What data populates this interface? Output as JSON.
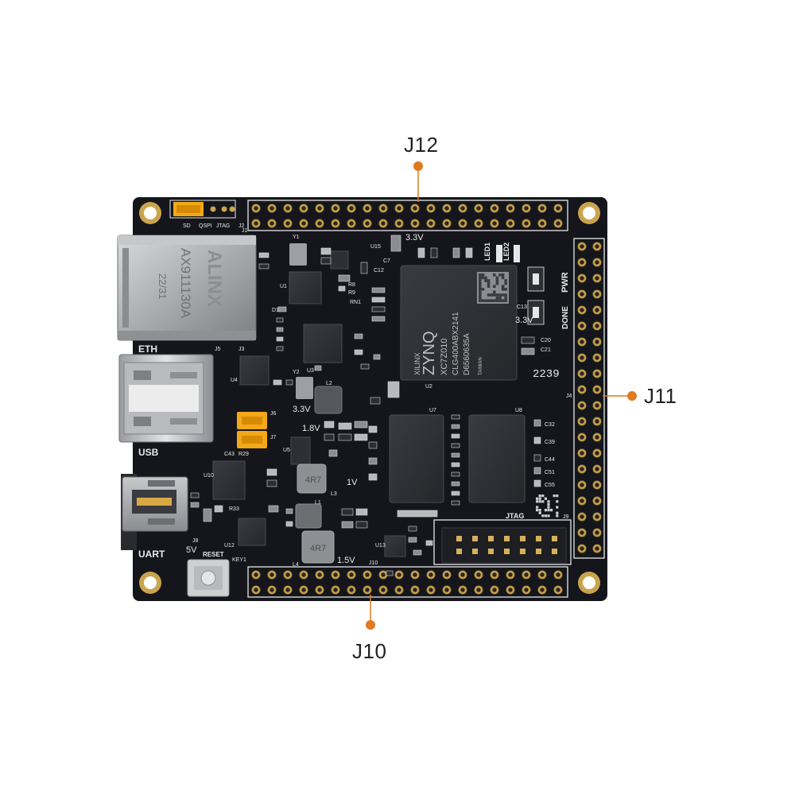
{
  "board": {
    "brand": "ALINX",
    "ethernet_module_text": "AX911130A",
    "ethernet_module_date": "22/31",
    "fpga_brand": "XILINX",
    "fpga_family": "ZYNQ",
    "fpga_part": "XC7Z010",
    "fpga_code_1": "CLG400ABX2141",
    "fpga_code_2": "D6560635A",
    "fpga_origin": "TAIWAN",
    "date_code": "2239",
    "inductor_text": "4R7",
    "colors": {
      "pcb": "#15161b",
      "silkscreen": "#e8e8e8",
      "pad_gold": "#c9a44e",
      "accent": "#e07a1f"
    }
  },
  "connectors": {
    "j12": "J12",
    "j11": "J11",
    "j10": "J10",
    "j1": "J1",
    "j2": "J2",
    "j3": "J3",
    "j4": "J4",
    "j5": "J5",
    "j6": "J6",
    "j7": "J7",
    "j8": "J8",
    "j9": "J9"
  },
  "silkscreen": {
    "eth": "ETH",
    "usb": "USB",
    "uart": "UART",
    "jtag": "JTAG",
    "reset": "RESET",
    "key1": "KEY1",
    "v5": "5V",
    "v33_top": "3.3V",
    "v33_right": "3.3V",
    "v33_mid": "3.3V",
    "v18": "1.8V",
    "v1": "1V",
    "v15": "1.5V",
    "led1": "LED1",
    "led2": "LED2",
    "pwr": "PWR",
    "done": "DONE",
    "boot_sd": "SD",
    "boot_qspi": "QSPI",
    "boot_jtag": "JTAG",
    "u1": "U1",
    "u2": "U2",
    "u3": "U3",
    "u4": "U4",
    "u5": "U5",
    "u7": "U7",
    "u8": "U8",
    "u10": "U10",
    "u12": "U12",
    "u13": "U13",
    "u15": "U15",
    "y1": "Y1",
    "y2": "Y2",
    "l1": "L1",
    "l2": "L2",
    "l3": "L3",
    "l4": "L4",
    "c20": "C20",
    "c21": "C21",
    "c32": "C32",
    "c39": "C39",
    "c44": "C44",
    "c51": "C51",
    "c55": "C55",
    "c43": "C43",
    "r33": "R33",
    "r29": "R29",
    "r9": "R9",
    "r8": "R8",
    "rn1": "RN1",
    "d1": "D1",
    "c13": "C13",
    "c7": "C7",
    "c12": "C12"
  }
}
